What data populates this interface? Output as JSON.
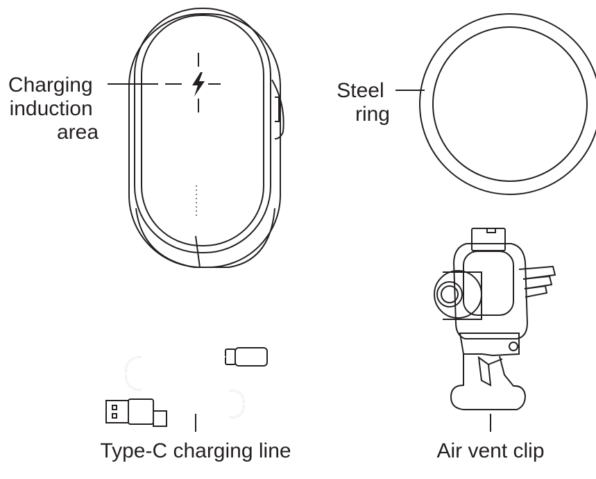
{
  "labels": {
    "charging_area": [
      "Charging",
      "induction",
      "area"
    ],
    "steel_ring": [
      "Steel",
      "ring"
    ],
    "cable": "Type-C charging line",
    "vent_clip": "Air vent clip"
  },
  "colors": {
    "line": "#231f20",
    "background": "#ffffff"
  },
  "icons": {
    "charging_symbol": "lightning-bolt-icon"
  }
}
